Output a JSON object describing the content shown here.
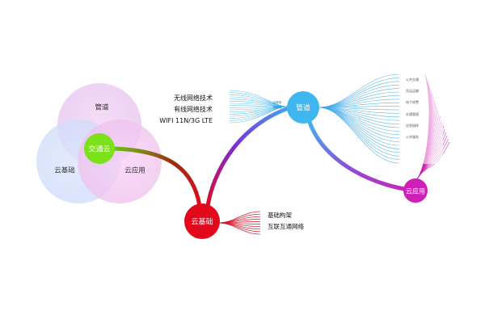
{
  "venn": {
    "labels": {
      "top": "管道",
      "left": "云基础",
      "right": "云应用",
      "center": "交通云"
    }
  },
  "nodes": {
    "base": {
      "label": "云基础",
      "color": "#e3091c"
    },
    "pipe": {
      "label": "管道",
      "color": "#3fb6ee"
    },
    "app": {
      "label": "云应用",
      "color": "#cf1fb7"
    },
    "center": {
      "label": "交通云",
      "color": "#7be11a"
    }
  },
  "pipe_left_list": {
    "items": [
      "无线网络技术",
      "有线网络技术",
      "WIFI 11N/3G LTE"
    ],
    "tag_lines": [
      "互联网",
      "物联网"
    ]
  },
  "base_right_list": {
    "items": [
      "基础构架",
      "互联互通网络"
    ]
  },
  "app_list": {
    "items": [
      "公共交通",
      "货运运输",
      "电子收费",
      "交通管理",
      "应急指挥",
      "公共服务"
    ]
  }
}
